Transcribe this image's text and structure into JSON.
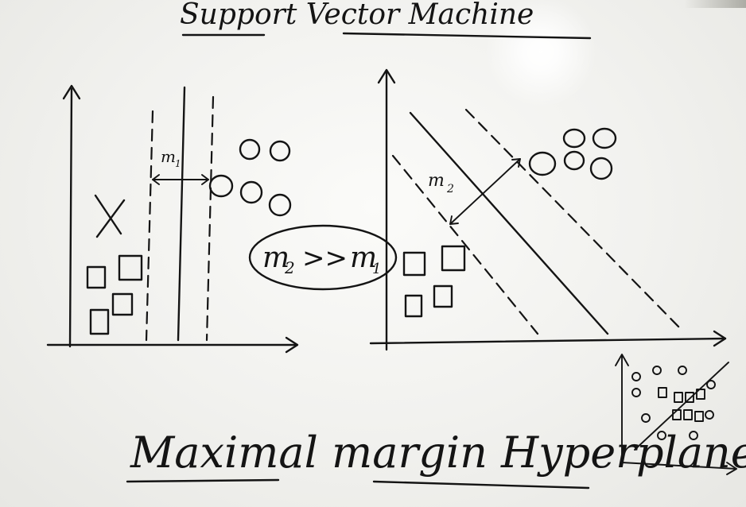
{
  "title": "Support Vector Machine",
  "subtitle": "Maximal margin Hyperplane",
  "left_plot": {
    "margin_label": "m",
    "margin_sub": "1"
  },
  "right_plot": {
    "margin_label": "m",
    "margin_sub": "2"
  },
  "comparison": {
    "m2": "m",
    "m2_sub": "2",
    "op": ">>",
    "m1": "m",
    "m1_sub": "1"
  },
  "wall_frame_hint": "",
  "colors": {
    "ink": "#141414",
    "board": "#f1f1ee"
  }
}
